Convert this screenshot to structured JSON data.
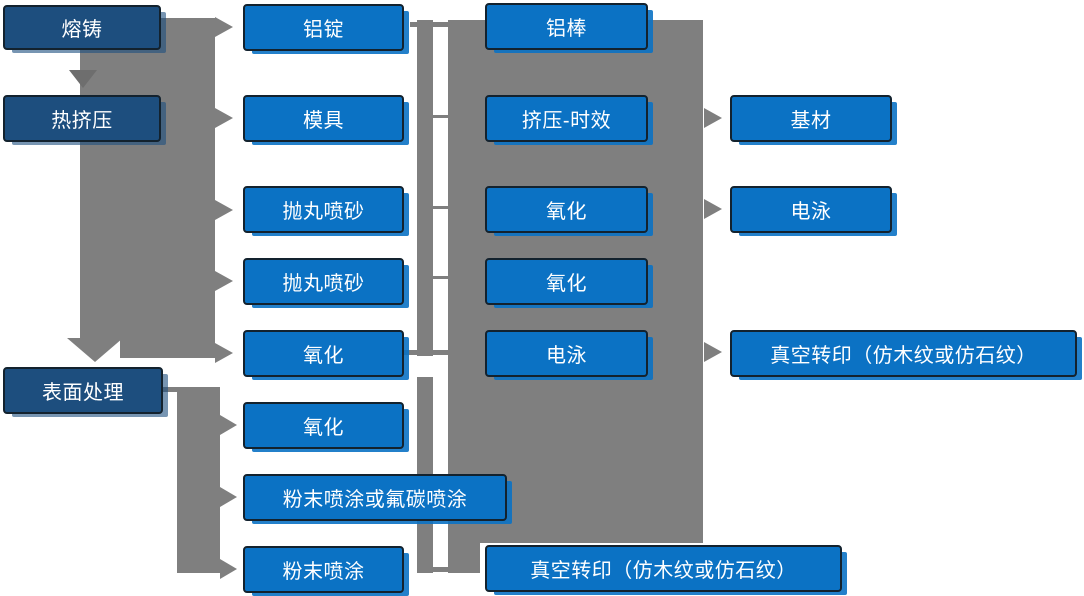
{
  "colors": {
    "box_blue": "#0B72C4",
    "box_dark_blue": "#1D4E7E",
    "connector_gray": "#7F7F7F",
    "box_border": "#13222E",
    "text": "#FFFFFF"
  },
  "nodes": [
    {
      "id": "melting-casting",
      "label": "熔铸",
      "variant": "dark"
    },
    {
      "id": "hot-extrusion",
      "label": "热挤压",
      "variant": "dark"
    },
    {
      "id": "surface-treatment",
      "label": "表面处理",
      "variant": "dark"
    },
    {
      "id": "aluminum-ingot",
      "label": "铝锭",
      "variant": "blue"
    },
    {
      "id": "mold",
      "label": "模具",
      "variant": "blue"
    },
    {
      "id": "shot-blasting-1",
      "label": "抛丸喷砂",
      "variant": "blue"
    },
    {
      "id": "shot-blasting-2",
      "label": "抛丸喷砂",
      "variant": "blue"
    },
    {
      "id": "oxidation-1",
      "label": "氧化",
      "variant": "blue"
    },
    {
      "id": "oxidation-2",
      "label": "氧化",
      "variant": "blue"
    },
    {
      "id": "powder-or-fluorocarbon",
      "label": "粉末喷涂或氟碳喷涂",
      "variant": "blue"
    },
    {
      "id": "powder-coating",
      "label": "粉末喷涂",
      "variant": "blue"
    },
    {
      "id": "aluminum-rod",
      "label": "铝棒",
      "variant": "blue"
    },
    {
      "id": "extrusion-aging",
      "label": "挤压-时效",
      "variant": "blue"
    },
    {
      "id": "oxidation-3",
      "label": "氧化",
      "variant": "blue"
    },
    {
      "id": "oxidation-4",
      "label": "氧化",
      "variant": "blue"
    },
    {
      "id": "electrophoresis-1",
      "label": "电泳",
      "variant": "blue"
    },
    {
      "id": "vacuum-transfer-1",
      "label": "真空转印（仿木纹或仿石纹）",
      "variant": "blue"
    },
    {
      "id": "substrate",
      "label": "基材",
      "variant": "blue"
    },
    {
      "id": "electrophoresis-2",
      "label": "电泳",
      "variant": "blue"
    },
    {
      "id": "vacuum-transfer-2",
      "label": "真空转印（仿木纹或仿石纹）",
      "variant": "blue"
    }
  ],
  "connectors": {
    "band1": {
      "sources": [
        "熔铸",
        "热挤压"
      ],
      "right_arrow_targets": [
        "铝锭",
        "模具",
        "抛丸喷砂",
        "抛丸喷砂",
        "氧化"
      ],
      "down_arrow_targets": [
        "热挤压",
        "表面处理"
      ]
    },
    "band2": {
      "sources": [
        "表面处理"
      ],
      "right_arrow_targets": [
        "氧化",
        "粉末喷涂或氟碳喷涂",
        "粉末喷涂"
      ]
    },
    "process-block": {
      "right_arrow_targets": [
        "基材",
        "电泳",
        "真空转印（仿木纹或仿石纹）"
      ]
    },
    "row_links": [
      [
        "铝锭",
        "铝棒"
      ],
      [
        "模具",
        "挤压-时效"
      ],
      [
        "抛丸喷砂",
        "氧化"
      ],
      [
        "抛丸喷砂",
        "氧化"
      ],
      [
        "氧化",
        "电泳"
      ],
      [
        "粉末喷涂",
        "真空转印（仿木纹或仿石纹）"
      ]
    ]
  }
}
